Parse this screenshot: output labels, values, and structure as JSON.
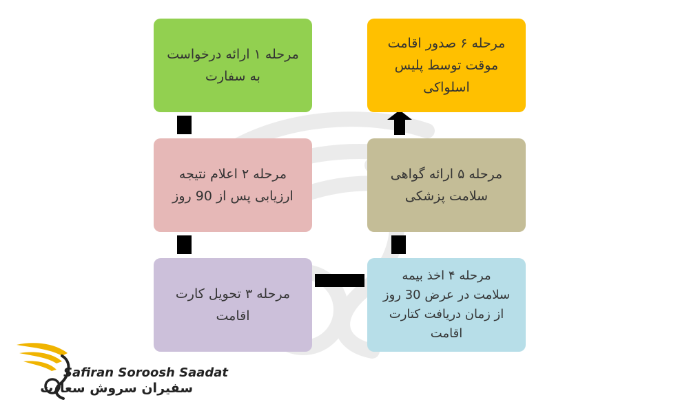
{
  "steps": [
    {
      "id": 1,
      "text": "مرحله ۱ ارائه درخواست\nبه سفارت",
      "color": "#92d050"
    },
    {
      "id": 2,
      "text": "مرحله ۲ اعلام نتیجه\nارزیابی پس از 90 روز",
      "color": "#e6b8b7"
    },
    {
      "id": 3,
      "text": "مرحله ۳ تحویل کارت\nاقامت",
      "color": "#ccc0da"
    },
    {
      "id": 4,
      "text": "مرحله ۴ اخذ بیمه\nسلامت در عرض 30 روز\nاز زمان دریافت کتارت\nاقامت",
      "color": "#b7dee8"
    },
    {
      "id": 5,
      "text": "مرحله ۵ ارائه گواهی\nسلامت پزشکی",
      "color": "#c4bd97"
    },
    {
      "id": 6,
      "text": "مرحله ۶ صدور اقامت\nموقت توسط پلیس\nاسلواکی",
      "color": "#ffc000"
    }
  ],
  "logo": {
    "name_en": "Safiran Soroosh Saadat",
    "name_fa": "سفیران سروش سعادت",
    "color": "#f0b400"
  }
}
